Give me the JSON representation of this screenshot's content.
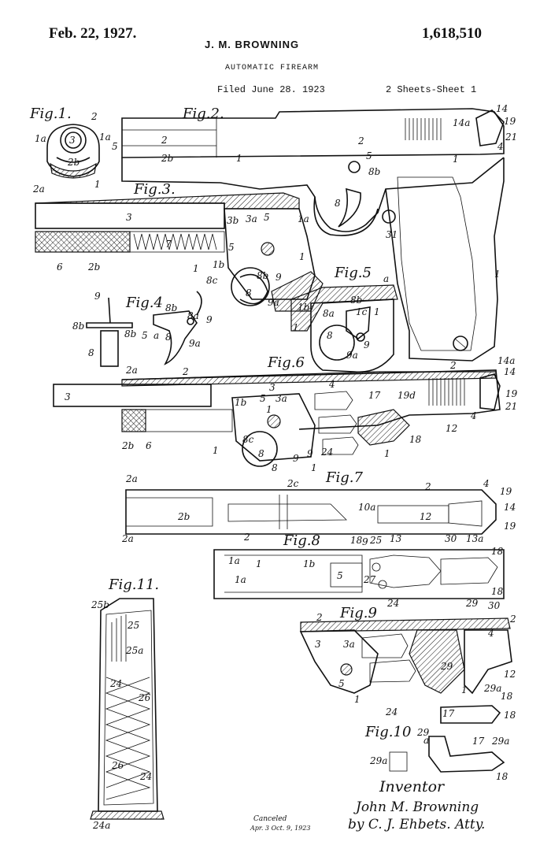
{
  "header": {
    "date": "Feb. 22, 1927.",
    "inventor": "J. M. BROWNING",
    "patent_number": "1,618,510",
    "title": "AUTOMATIC FIREARM",
    "filed": "Filed June 28. 1923",
    "sheets": "2 Sheets-Sheet 1"
  },
  "figures": {
    "fig1": "Fig.1.",
    "fig2": "Fig.2.",
    "fig3": "Fig.3.",
    "fig4": "Fig.4",
    "fig5": "Fig.5",
    "fig6": "Fig.6",
    "fig7": "Fig.7",
    "fig8": "Fig.8",
    "fig9": "Fig.9",
    "fig10": "Fig.10",
    "fig11": "Fig.11."
  },
  "signature": {
    "inventor_label": "Inventor",
    "name": "John M. Browning",
    "by": "by C. J. Ehbets. Atty.",
    "canceled": "Canceled",
    "canceled_note": "Apr. 3 Oct. 9, 1923"
  }
}
